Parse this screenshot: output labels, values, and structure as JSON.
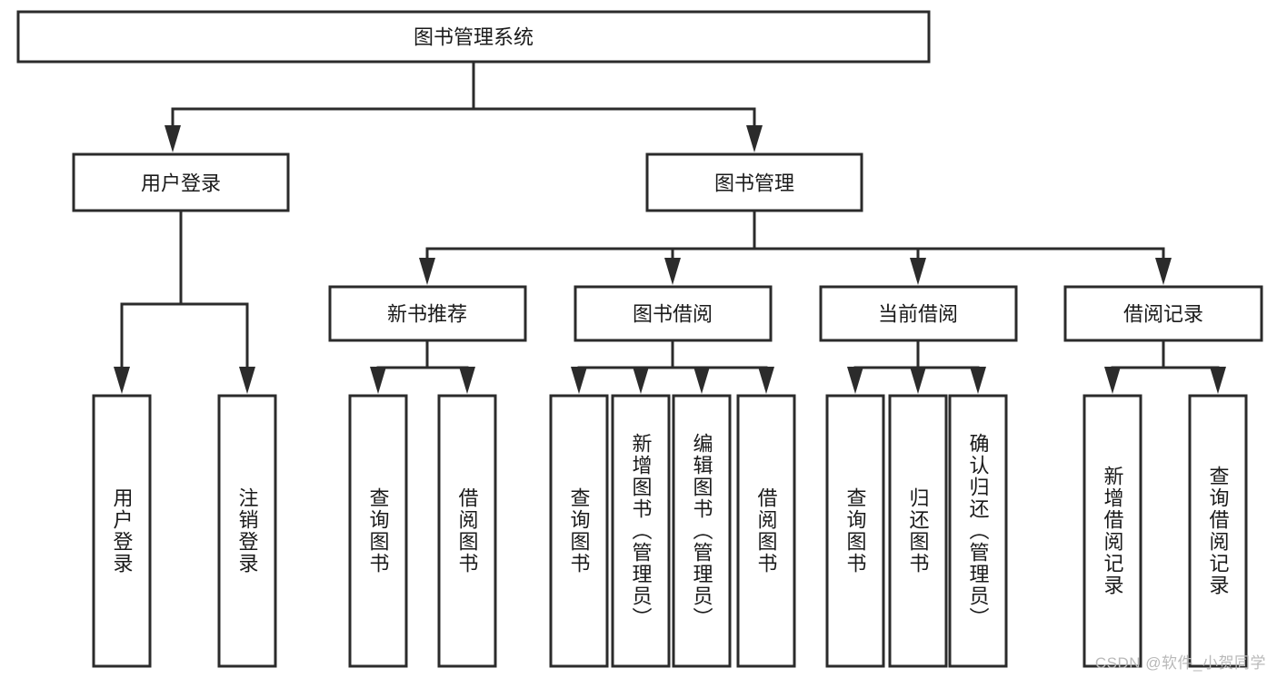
{
  "diagram": {
    "type": "tree",
    "title": "图书管理系统",
    "orientation": "top-down",
    "edge_style": "orthogonal-arrow",
    "colors": {
      "box_stroke": "#2b2b2b",
      "box_fill": "#ffffff",
      "text": "#1a1a1a",
      "background": "#ffffff",
      "watermark": "#b9b9b9"
    },
    "root": {
      "label": "图书管理系统"
    },
    "level2": [
      {
        "label": "用户登录"
      },
      {
        "label": "图书管理"
      }
    ],
    "level3": [
      {
        "label": "新书推荐"
      },
      {
        "label": "图书借阅"
      },
      {
        "label": "当前借阅"
      },
      {
        "label": "借阅记录"
      }
    ],
    "leaves": {
      "user_login": [
        {
          "label": "用户登录"
        },
        {
          "label": "注销登录"
        }
      ],
      "new_book_recommend": [
        {
          "label": "查询图书"
        },
        {
          "label": "借阅图书"
        }
      ],
      "book_borrow": [
        {
          "label": "查询图书"
        },
        {
          "label": "新增图书（管理员）"
        },
        {
          "label": "编辑图书（管理员）"
        },
        {
          "label": "借阅图书"
        }
      ],
      "current_borrow": [
        {
          "label": "查询图书"
        },
        {
          "label": "归还图书"
        },
        {
          "label": "确认归还（管理员）"
        }
      ],
      "borrow_record": [
        {
          "label": "新增借阅记录"
        },
        {
          "label": "查询借阅记录"
        }
      ]
    }
  },
  "watermark": {
    "text": "CSDN @软件_小贺同学"
  }
}
